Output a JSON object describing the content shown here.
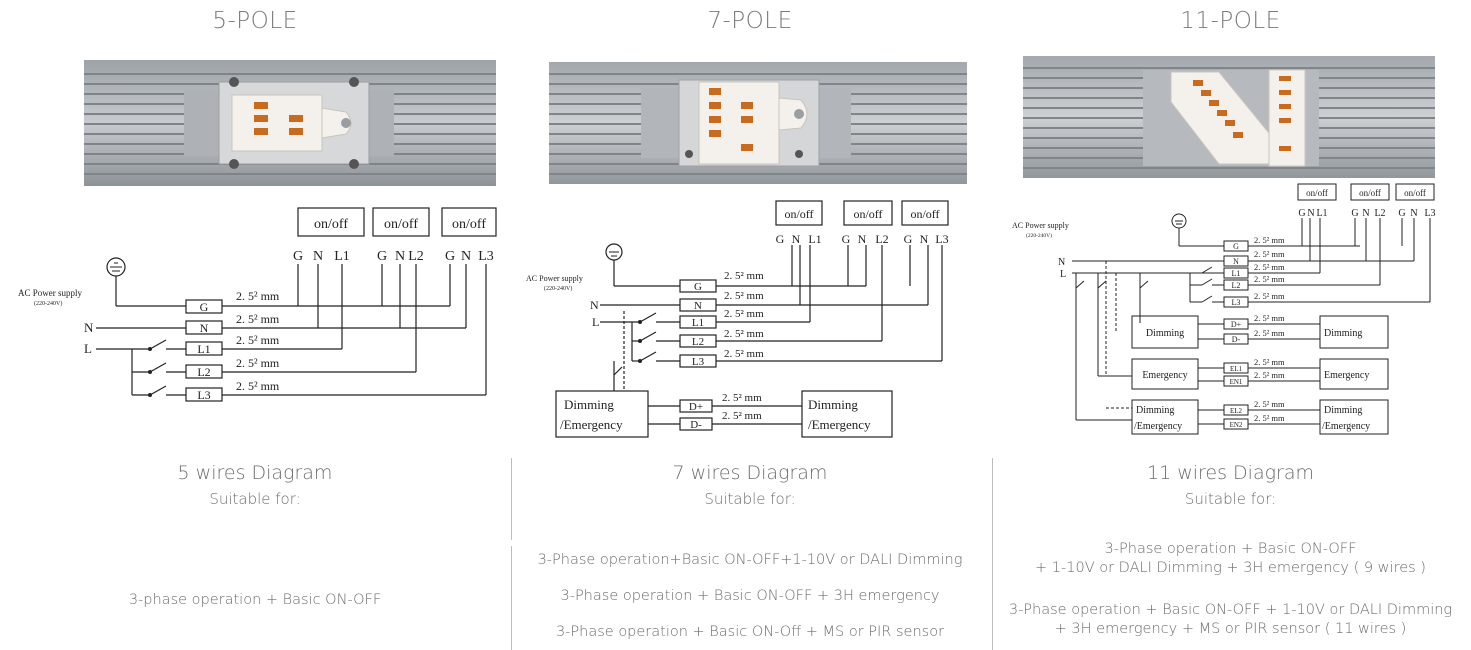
{
  "poles": [
    {
      "title": "5-POLE",
      "diagram_title": "5 wires Diagram",
      "suitable_label": "Suitable for:",
      "applications": [
        "3-phase operation + Basic ON-OFF"
      ],
      "wiring": {
        "power_label": "AC Power supply",
        "power_voltage": "(220-240V)",
        "line_n": "N",
        "line_l": "L",
        "terminals": [
          "G",
          "N",
          "L1",
          "L2",
          "L3"
        ],
        "wire_size": "2. 5² mm",
        "switch_label": "on/off",
        "outputs": [
          "G",
          "N",
          "L1",
          "G",
          "N",
          "L2",
          "G",
          "N",
          "L3"
        ]
      }
    },
    {
      "title": "7-POLE",
      "diagram_title": "7 wires Diagram",
      "suitable_label": "Suitable for:",
      "applications": [
        "3-Phase operation+Basic ON-OFF+1-10V or DALI Dimming",
        "3-Phase operation + Basic ON-OFF + 3H emergency",
        "3-Phase operation + Basic ON-Off + MS or PIR sensor"
      ],
      "wiring": {
        "power_label": "AC Power supply",
        "power_voltage": "(220-240V)",
        "line_n": "N",
        "line_l": "L",
        "terminals": [
          "G",
          "N",
          "L1",
          "L2",
          "L3"
        ],
        "dim_terminals": [
          "D+",
          "D-"
        ],
        "wire_size": "2. 5² mm",
        "switch_label": "on/off",
        "outputs": [
          "G",
          "N",
          "L1",
          "G",
          "N",
          "L2",
          "G",
          "N",
          "L3"
        ],
        "box_line1": "Dimming",
        "box_line2": "/Emergency"
      }
    },
    {
      "title": "11-POLE",
      "diagram_title": "11 wires Diagram",
      "suitable_label": "Suitable for:",
      "applications": [
        "3-Phase operation + Basic ON-OFF",
        "+ 1-10V or DALI Dimming + 3H emergency ( 9 wires )",
        "3-Phase operation + Basic ON-OFF + 1-10V or DALI Dimming",
        "+ 3H emergency + MS or PIR sensor ( 11 wires )"
      ],
      "wiring": {
        "power_label": "AC Power supply",
        "power_voltage": "(220-240V)",
        "line_n": "N",
        "line_l": "L",
        "terminals": [
          "G",
          "N",
          "L1",
          "L2",
          "L3",
          "D+",
          "D-",
          "EL1",
          "EN1",
          "EL2",
          "EN2"
        ],
        "wire_size": "2. 5² mm",
        "switch_label": "on/off",
        "outputs": [
          "G",
          "N",
          "L1",
          "G",
          "N",
          "L2",
          "G",
          "N",
          "L3"
        ],
        "boxes": [
          "Dimming",
          "Emergency",
          "Dimming",
          "/Emergency"
        ]
      }
    }
  ],
  "colors": {
    "text": "#6d6d6d",
    "line": "#222222",
    "extrusion": "#b8bcc0",
    "connector": "#f4f1ec",
    "terminal": "#c86b1f"
  }
}
